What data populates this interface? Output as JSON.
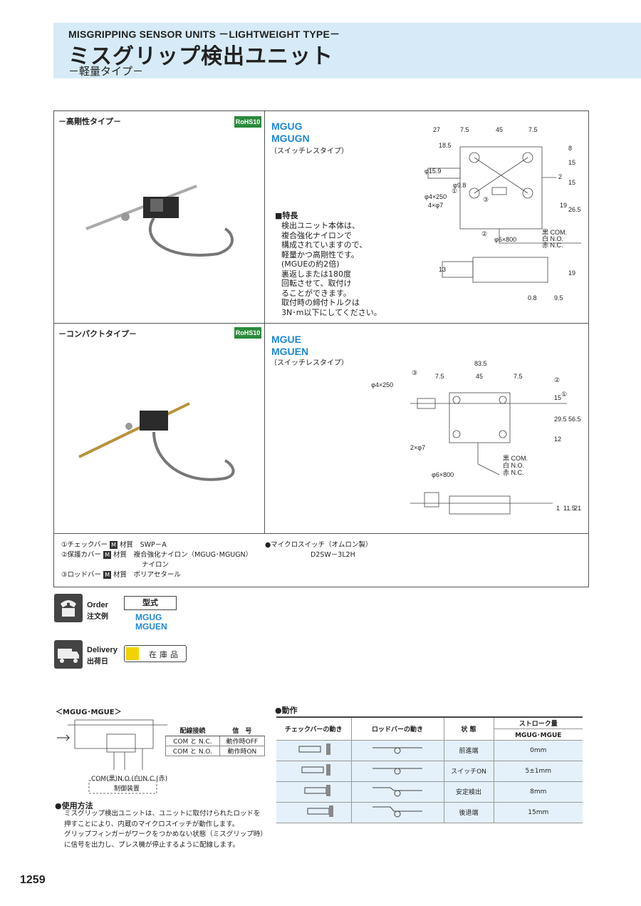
{
  "header": {
    "title_en": "MISGRIPPING SENSOR UNITS －LIGHTWEIGHT TYPE－",
    "title_ja": "ミスグリップ検出ユニット",
    "subtitle": "－軽量タイプ－"
  },
  "section1": {
    "label": "－高剛性タイプ－",
    "rohs": "RoHS10",
    "models": [
      "MGUG",
      "MGUGN"
    ],
    "note": "（スイッチレスタイプ）",
    "features_title": "■特長",
    "features": [
      "検出ユニット本体は、",
      "複合強化ナイロンで",
      "構成されていますので、",
      "軽量かつ高剛性です。",
      "(MGUEの約2倍)",
      "裏返しまたは180度",
      "回転させて、取付け",
      "ることができます。",
      "取付時の締付トルクは",
      "3N･m以下にしてください。"
    ],
    "dims": {
      "top": [
        "27",
        "7.5",
        "45",
        "7.5"
      ],
      "d185": "18.5",
      "d159": "φ15.9",
      "d98": "φ9.8",
      "rod": "φ4×250",
      "holes": "4×φ7",
      "cable": "φ6×800",
      "right": [
        "8",
        "15",
        "15",
        "19",
        "26.5",
        "2"
      ],
      "side": [
        "13",
        "19",
        "0.8",
        "9.5"
      ],
      "wires": [
        "黒 COM.",
        "白 N.O.",
        "赤 N.C."
      ],
      "marks": [
        "①",
        "②",
        "③"
      ]
    }
  },
  "section2": {
    "label": "－コンパクトタイプ－",
    "rohs": "RoHS10",
    "models": [
      "MGUE",
      "MGUEN"
    ],
    "note": "（スイッチレスタイプ）",
    "dims": {
      "top": [
        "83.5",
        "7.5",
        "45",
        "7.5"
      ],
      "rod": "φ4×250",
      "holes": "2×φ7",
      "cable": "φ6×800",
      "right": [
        "15",
        "29.5",
        "56.5",
        "12"
      ],
      "side": [
        "1",
        "11.5",
        "21"
      ],
      "wires": [
        "黒 COM.",
        "白 N.O.",
        "赤 N.C."
      ],
      "marks": [
        "①",
        "②",
        "③"
      ]
    }
  },
  "materials": [
    {
      "part": "①チェックバー",
      "mat": "材質",
      "value": "SWP－A"
    },
    {
      "part": "②保護カバー",
      "mat": "材質",
      "value": "複合強化ナイロン（MGUG･MGUGN）"
    },
    {
      "part": "",
      "mat": "",
      "value": "ナイロン"
    },
    {
      "part": "③ロッドバー",
      "mat": "材質",
      "value": "ポリアセタール"
    }
  ],
  "microswitch": {
    "label": "●マイクロスイッチ（オムロン製）",
    "model": "D2SW－3L2H"
  },
  "order": {
    "en": "Order",
    "ja": "注文例",
    "type_label": "型式",
    "models": [
      "MGUG",
      "MGUEN"
    ]
  },
  "delivery": {
    "en": "Delivery",
    "ja": "出荷日",
    "stock": "在庫品"
  },
  "wiring": {
    "title": "＜MGUG･MGUE＞",
    "headers": [
      "配線接続",
      "信　号"
    ],
    "rows": [
      [
        "COM と N.C.",
        "動作時OFF"
      ],
      [
        "COM と N.O.",
        "動作時ON"
      ]
    ],
    "labels": "COM(黒)N.O.(白)N.C.(赤)",
    "control": "制御装置"
  },
  "operation": {
    "title": "●動作",
    "headers": [
      "チェックバーの動き",
      "ロッドバーの動き",
      "状 態",
      "ストローク量"
    ],
    "sub_header": "MGUG･MGUE",
    "rows": [
      {
        "state": "前進端",
        "stroke": "0mm"
      },
      {
        "state": "スイッチON",
        "stroke": "5±1mm"
      },
      {
        "state": "安定検出",
        "stroke": "8mm"
      },
      {
        "state": "後退端",
        "stroke": "15mm"
      }
    ]
  },
  "usage": {
    "title": "●使用方法",
    "lines": [
      "ミスグリップ検出ユニットは、ユニットに取付けられたロッドを",
      "押すことにより、内蔵のマイクロスイッチが動作します。",
      "グリップフィンガーがワークをつかめない状態（ミスグリップ時）",
      "に信号を出力し、プレス機が停止するように配線します。"
    ]
  },
  "page_number": "1259"
}
